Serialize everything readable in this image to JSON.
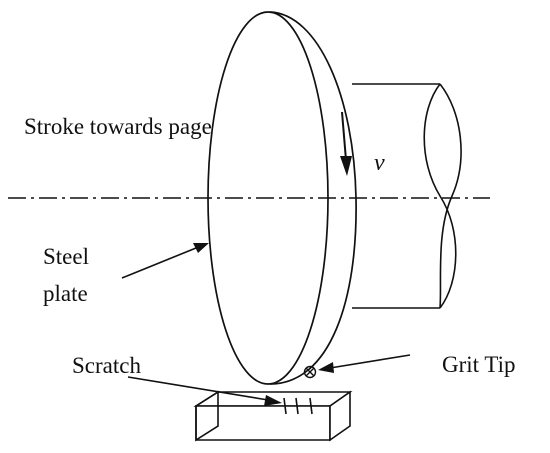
{
  "labels": {
    "stroke": "Stroke towards page",
    "velocity": "v",
    "steel_line1": "Steel",
    "steel_line2": "plate",
    "scratch": "Scratch",
    "grit_tip": "Grit Tip"
  },
  "colors": {
    "ink": "#111111",
    "background": "#ffffff"
  }
}
